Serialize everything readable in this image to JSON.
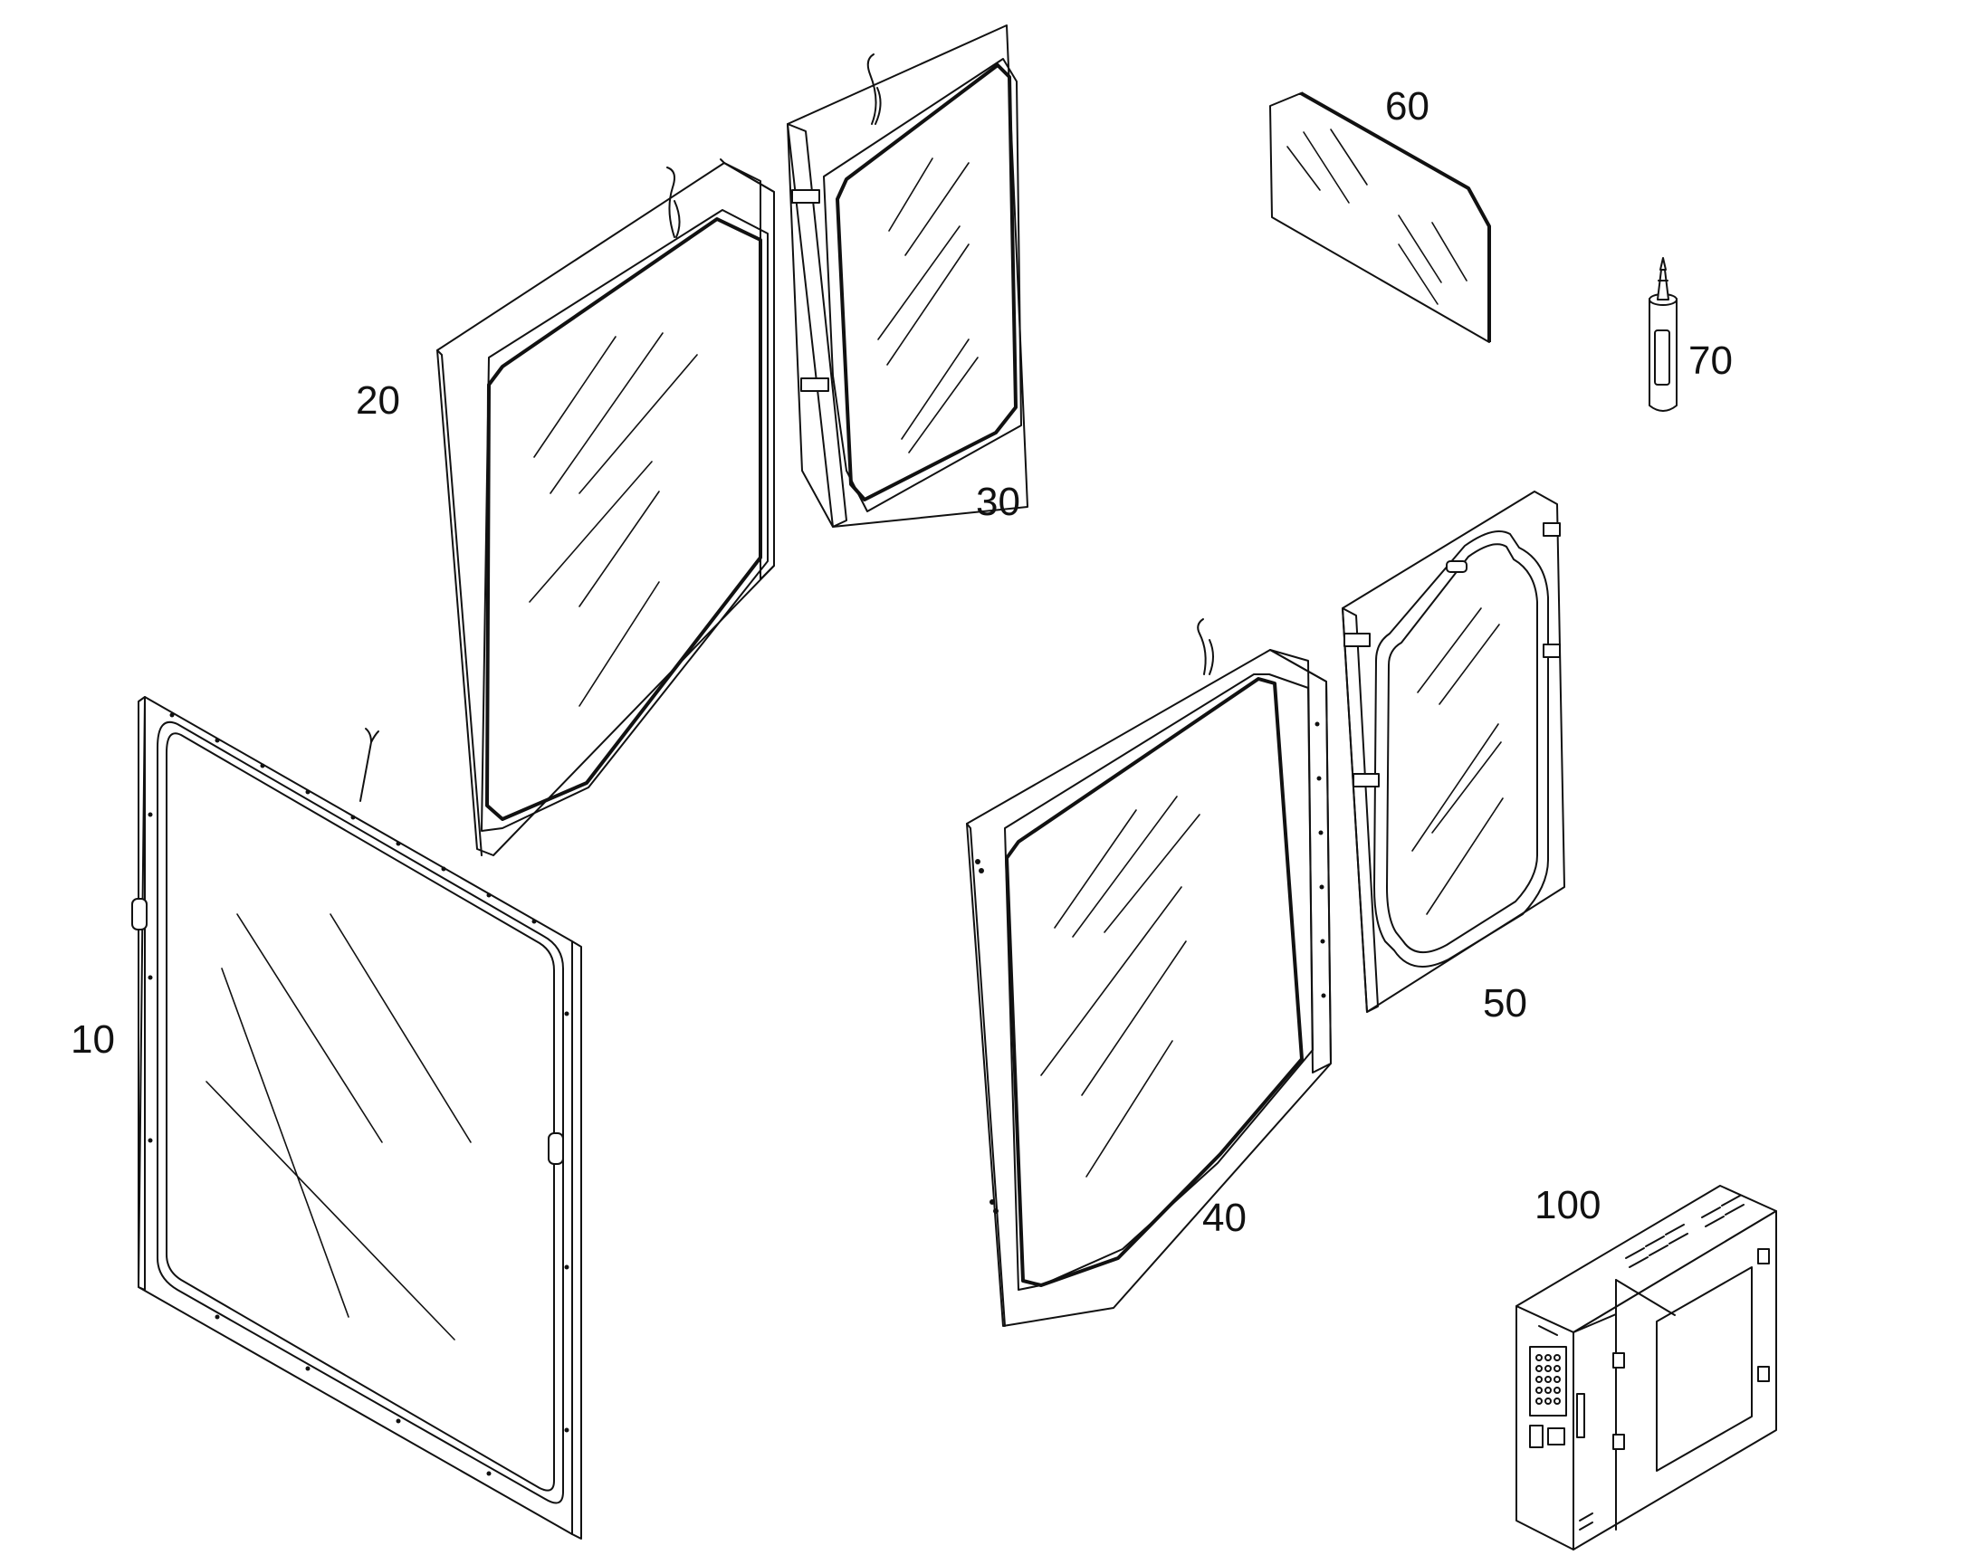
{
  "figure": {
    "labels": [
      {
        "id": "glass-panel-10",
        "text": "10"
      },
      {
        "id": "glass-panel-20",
        "text": "20"
      },
      {
        "id": "glass-panel-30",
        "text": "30"
      },
      {
        "id": "glass-panel-40",
        "text": "40"
      },
      {
        "id": "glass-panel-50",
        "text": "50"
      },
      {
        "id": "glass-sheet-60",
        "text": "60"
      },
      {
        "id": "sealant-tube-70",
        "text": "70"
      },
      {
        "id": "control-unit-100",
        "text": "100"
      }
    ]
  }
}
